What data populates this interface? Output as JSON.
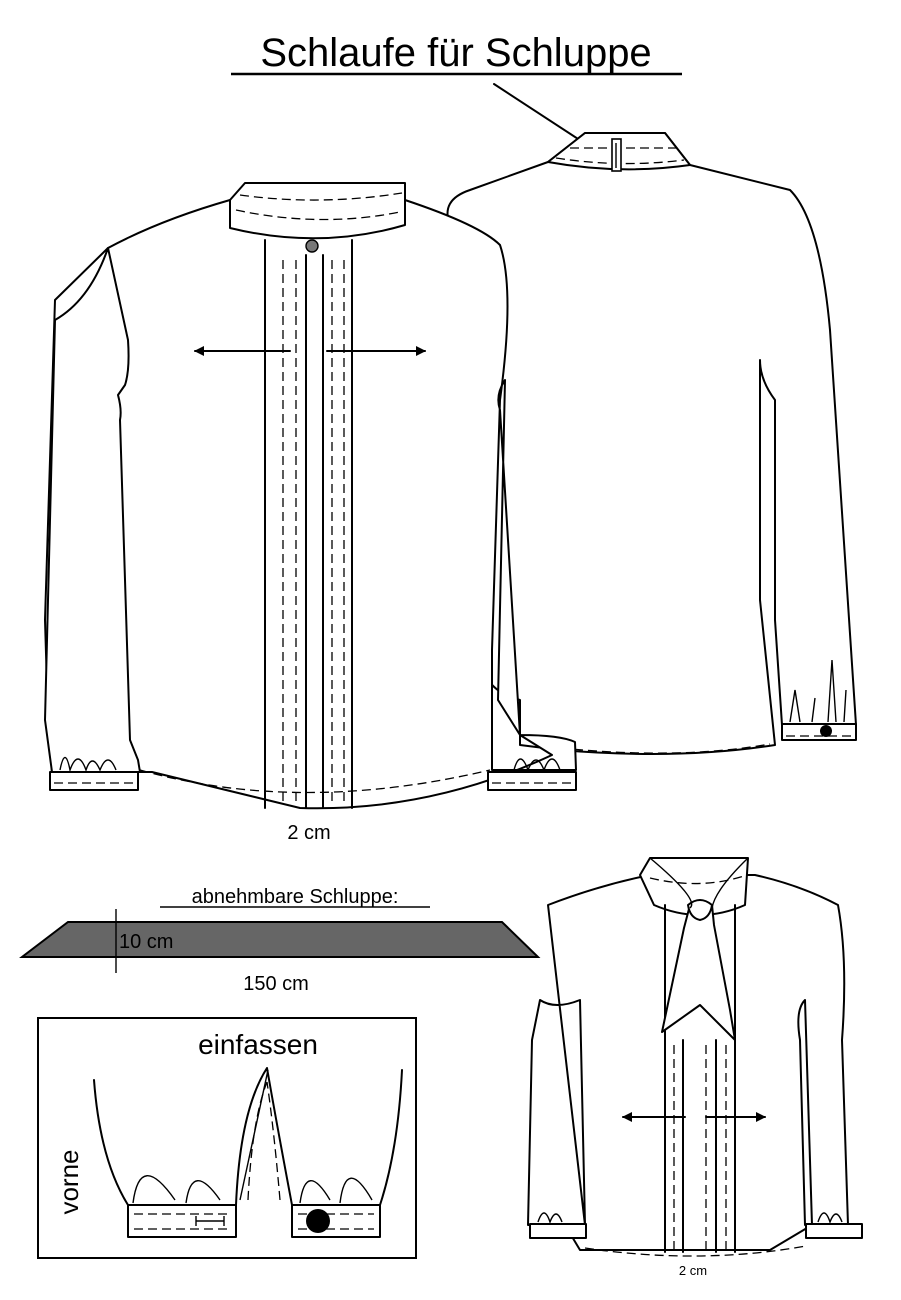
{
  "title": "Schlaufe für Schluppe",
  "front": {
    "width_label": "2 cm"
  },
  "scarf": {
    "heading": "abnehmbare Schluppe:",
    "height_label": "10 cm",
    "length_label": "150 cm",
    "color": "#666666"
  },
  "inset": {
    "title": "einfassen",
    "side_label": "vorne"
  },
  "styled": {
    "width_label": "2 cm"
  }
}
